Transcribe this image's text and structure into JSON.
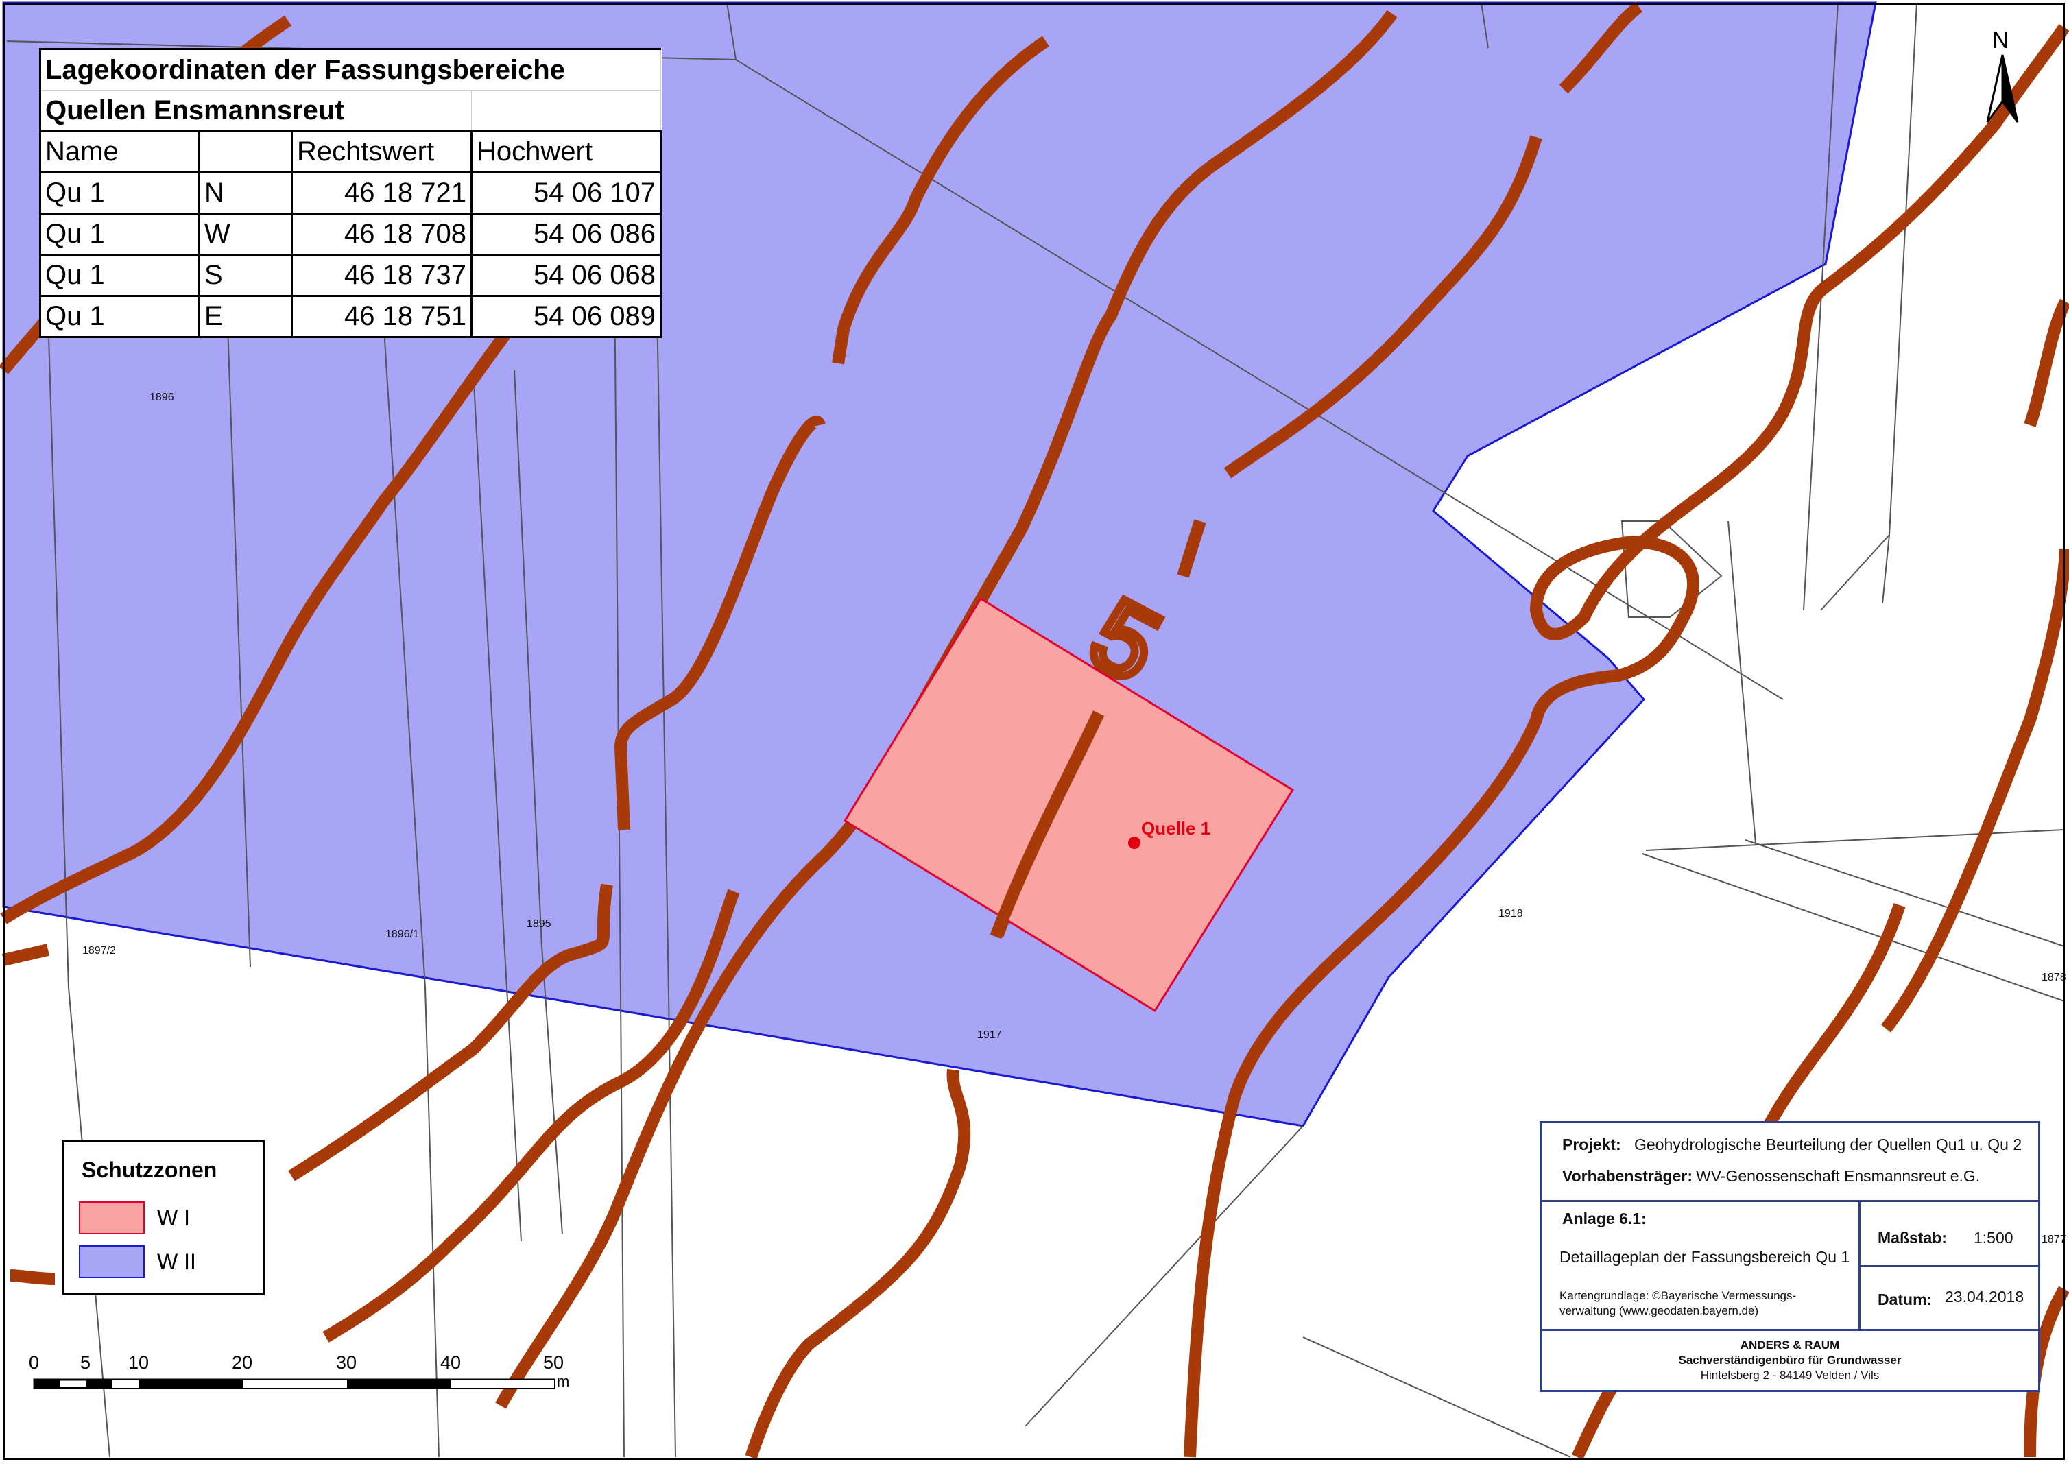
{
  "coordinate_table": {
    "title": "Lagekoordinaten der Fassungsbereiche",
    "subtitle": "Quellen Ensmannsreut",
    "headers": [
      "Name",
      "",
      "Rechtswert",
      "Hochwert"
    ],
    "rows": [
      [
        "Qu 1",
        "N",
        "46 18 721",
        "54 06 107"
      ],
      [
        "Qu 1",
        "W",
        "46 18 708",
        "54 06 086"
      ],
      [
        "Qu 1",
        "S",
        "46 18 737",
        "54 06 068"
      ],
      [
        "Qu 1",
        "E",
        "46 18 751",
        "54 06 089"
      ]
    ]
  },
  "map": {
    "parcels": [
      {
        "label": "1896"
      },
      {
        "label": "1897/2"
      },
      {
        "label": "1896/1"
      },
      {
        "label": "1895"
      },
      {
        "label": "1917"
      },
      {
        "label": "1918"
      },
      {
        "label": "1878"
      },
      {
        "label": "1877"
      }
    ],
    "spring_label": "Quelle 1",
    "contour_label": "5",
    "north_label": "N",
    "colors": {
      "zone_w1_fill": "#f9a3a3",
      "zone_w1_stroke": "#e3002b",
      "zone_w2_fill": "#a8a4f6",
      "zone_w2_stroke": "#1a1ad0",
      "contour": "#a83a0a",
      "spring": "#e00010"
    }
  },
  "legend": {
    "title": "Schutzzonen",
    "items": [
      {
        "label": "W I",
        "fill": "#f9a3a3",
        "stroke": "#e3002b"
      },
      {
        "label": "W II",
        "fill": "#a8a4f6",
        "stroke": "#1a1ad0"
      }
    ]
  },
  "scale_bar": {
    "labels": [
      "0",
      "5",
      "10",
      "20",
      "30",
      "40",
      "50"
    ],
    "unit": "m"
  },
  "title_block": {
    "project_label": "Projekt:",
    "project_value": "Geohydrologische Beurteilung der Quellen Qu1 u. Qu 2",
    "sponsor_label": "Vorhabensträger:",
    "sponsor_value": "WV-Genossenschaft Ensmannsreut e.G.",
    "annex_label": "Anlage 6.1:",
    "annex_description": "Detaillageplan der Fassungsbereich Qu 1",
    "basemap_line1": "Kartengrundlage: ©Bayerische Vermessungs-",
    "basemap_line2": "verwaltung (www.geodaten.bayern.de)",
    "scale_label": "Maßstab:",
    "scale_value": "1:500",
    "date_label": "Datum:",
    "date_value": "23.04.2018",
    "company_line1": "ANDERS & RAUM",
    "company_line2": "Sachverständigenbüro für Grundwasser",
    "company_line3": "Hintelsberg 2 - 84149 Velden / Vils"
  }
}
